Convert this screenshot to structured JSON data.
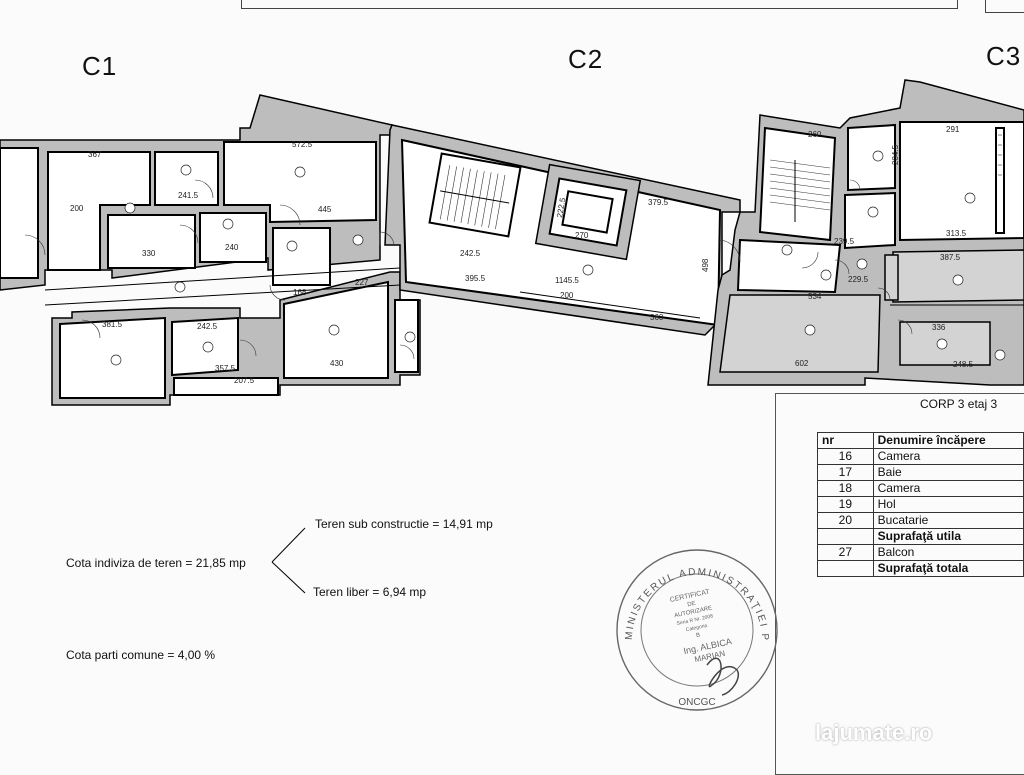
{
  "corp_labels": [
    "C1",
    "C2",
    "C3"
  ],
  "legend": {
    "title": "CORP 3 etaj 3",
    "headers": {
      "nr": "nr",
      "name": "Denumire încăpere"
    },
    "rows": [
      {
        "nr": "16",
        "name": "Camera",
        "bold": false
      },
      {
        "nr": "17",
        "name": "Baie",
        "bold": false
      },
      {
        "nr": "18",
        "name": "Camera",
        "bold": false
      },
      {
        "nr": "19",
        "name": "Hol",
        "bold": false
      },
      {
        "nr": "20",
        "name": "Bucatarie",
        "bold": false
      },
      {
        "nr": "",
        "name": "Suprafaţă utila",
        "bold": true
      },
      {
        "nr": "27",
        "name": "Balcon",
        "bold": false
      },
      {
        "nr": "",
        "name": "Suprafaţă totala",
        "bold": true
      }
    ]
  },
  "notes": {
    "teren_sub": "Teren sub constructie = 14,91 mp",
    "cota_indiviza": "Cota indiviza de teren = 21,85 mp",
    "teren_liber": "Teren liber = 6,94 mp",
    "cota_parti": "Cota parti comune = 4,00 %"
  },
  "stamp": {
    "ring_text": "MINISTERUL ADMINISTRAŢIEI PUBLICE",
    "bottom_text": "ONCGC",
    "line1": "CERTIFICAT",
    "line2": "DE",
    "line3": "AUTORIZARE",
    "line4": "Seria R Nr. 2008",
    "line5": "Categoria",
    "line6": "B",
    "line7": "Ing. ALBICA",
    "line8": "MARIAN"
  },
  "watermark": "lajumate.ro",
  "dimensions": [
    "367",
    "572.5",
    "241.5",
    "200",
    "330",
    "240",
    "445",
    "168",
    "227",
    "381.5",
    "242.5",
    "357.5",
    "207.5",
    "430",
    "242.5",
    "222.5",
    "270",
    "379.5",
    "395.5",
    "1145.5",
    "200",
    "360",
    "260",
    "204.5",
    "291",
    "313.5",
    "239.5",
    "229.5",
    "387.5",
    "534",
    "336",
    "602",
    "248.5",
    "498"
  ]
}
